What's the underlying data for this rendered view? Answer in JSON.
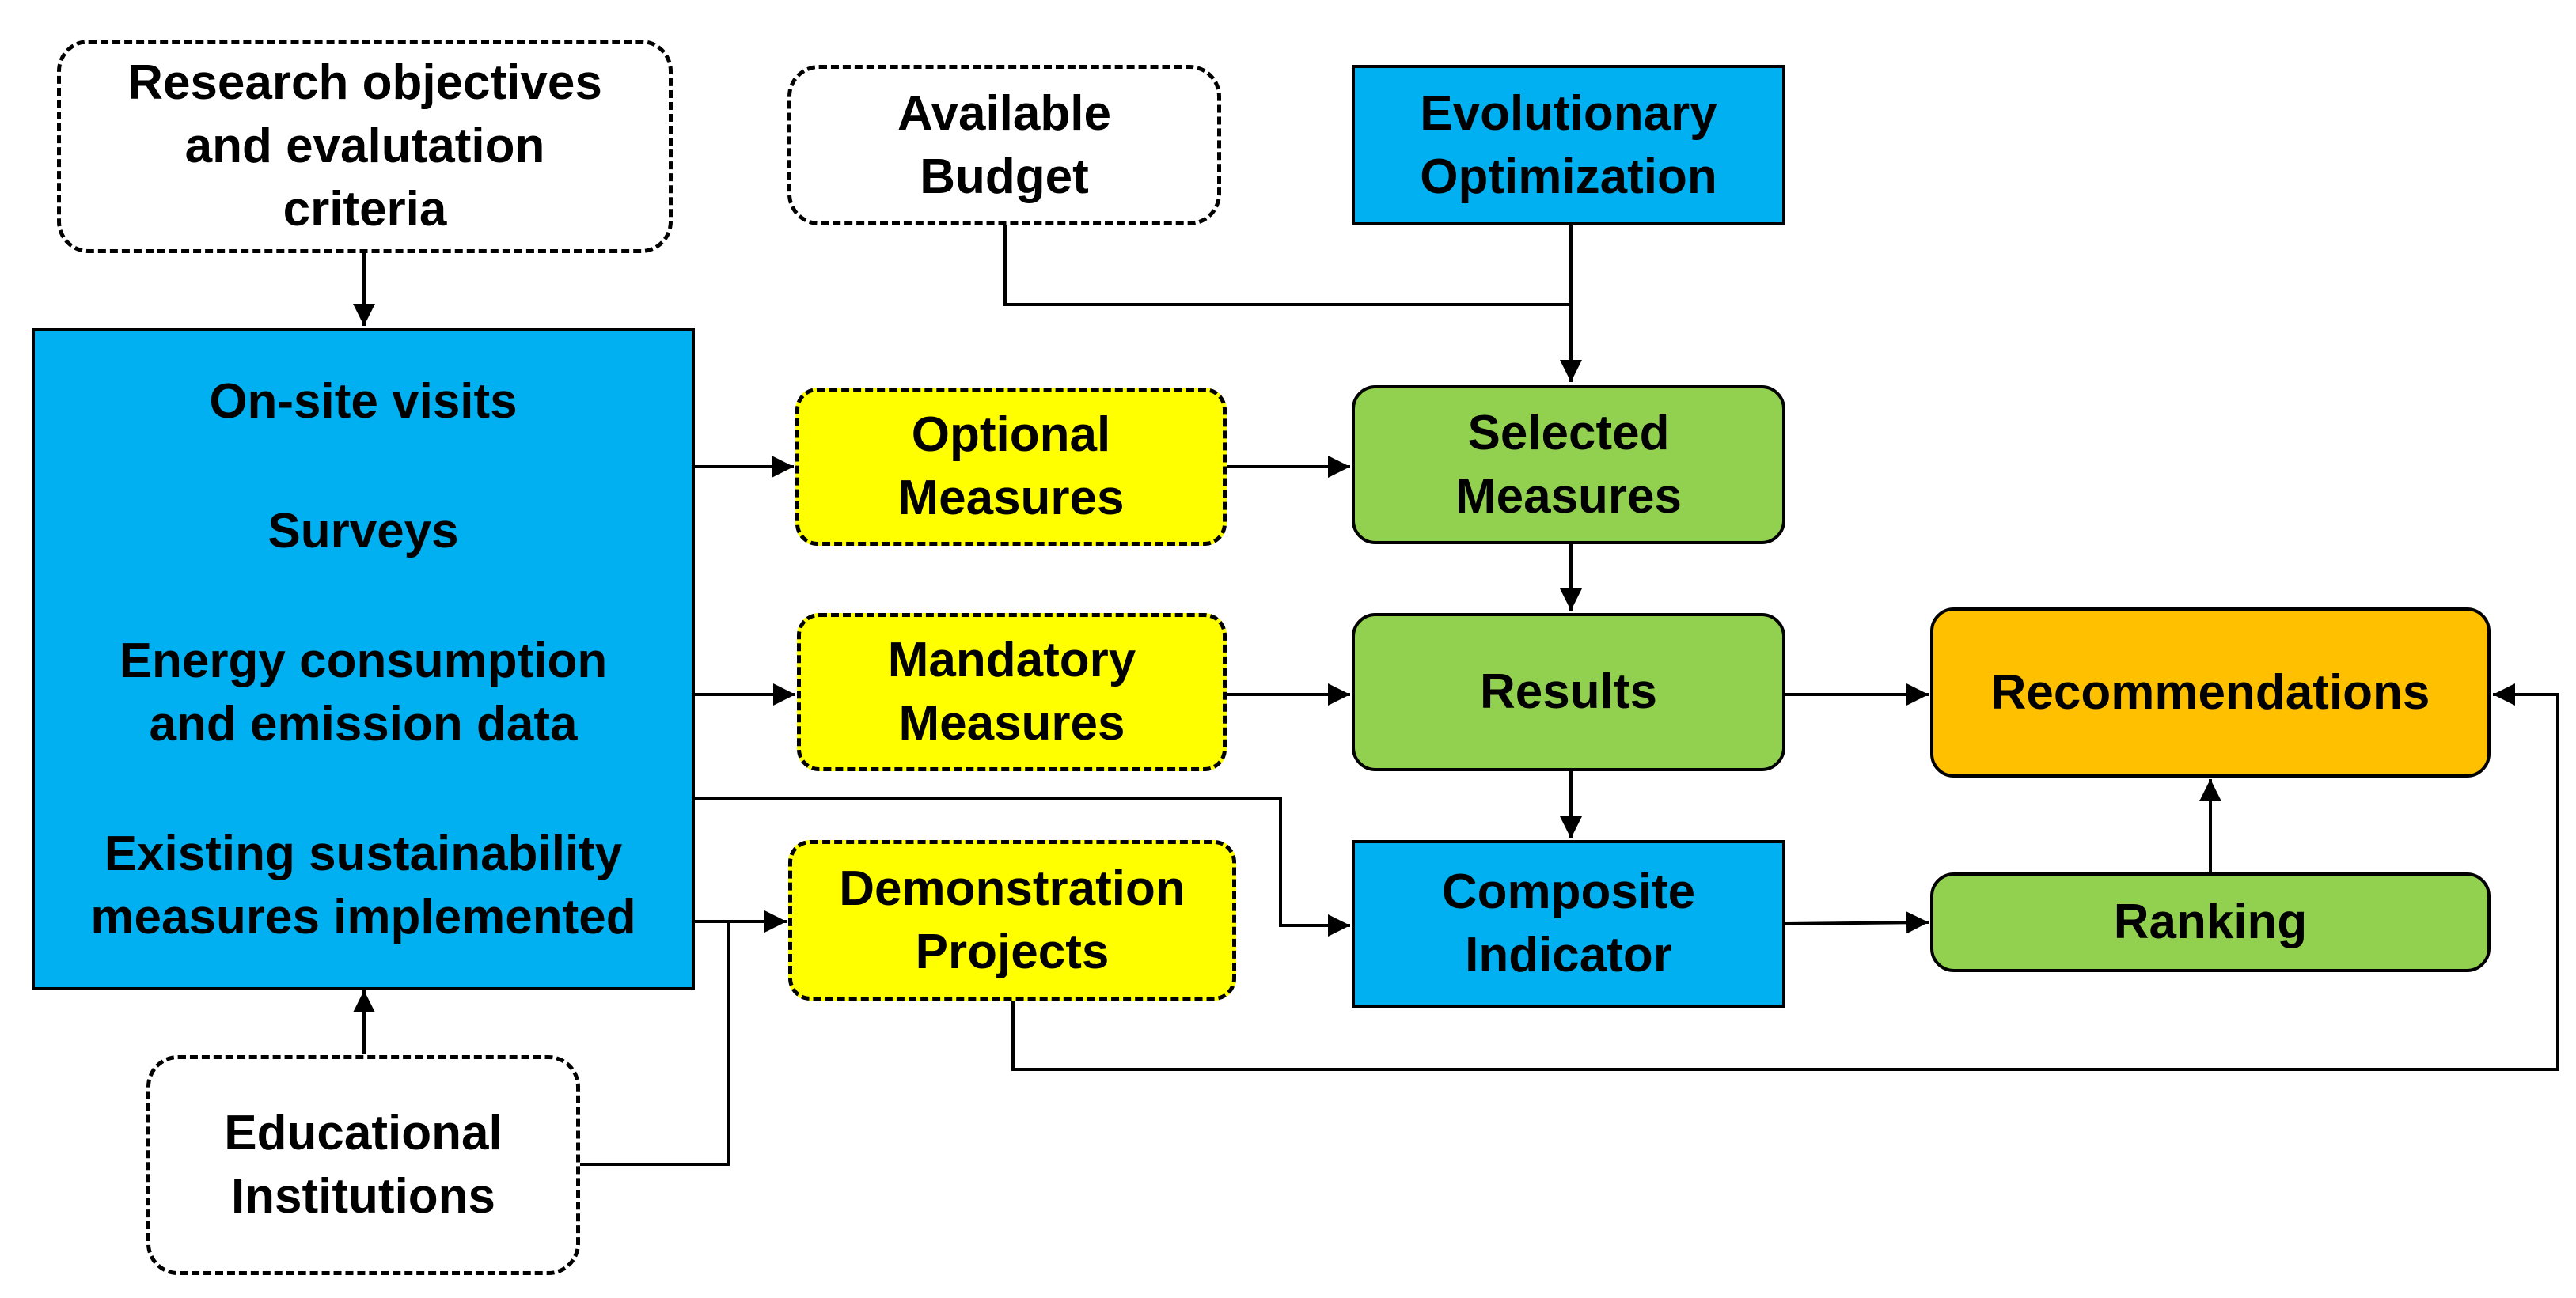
{
  "nodes": {
    "research_objectives": {
      "lines": [
        "Research objectives",
        "and evalutation",
        "criteria"
      ]
    },
    "available_budget": {
      "lines": [
        "Available",
        "Budget"
      ]
    },
    "evolutionary_optimization": {
      "lines": [
        "Evolutionary",
        "Optimization"
      ]
    },
    "data_sources": {
      "items": [
        "On-site visits",
        "Surveys",
        "Energy consumption",
        "and emission data",
        "Existing sustainability",
        "measures implemented"
      ]
    },
    "optional_measures": {
      "lines": [
        "Optional",
        "Measures"
      ]
    },
    "selected_measures": {
      "lines": [
        "Selected",
        "Measures"
      ]
    },
    "mandatory_measures": {
      "lines": [
        "Mandatory",
        "Measures"
      ]
    },
    "results": {
      "lines": [
        "Results"
      ]
    },
    "recommendations": {
      "lines": [
        "Recommendations"
      ]
    },
    "demonstration_projects": {
      "lines": [
        "Demonstration",
        "Projects"
      ]
    },
    "composite_indicator": {
      "lines": [
        "Composite",
        "Indicator"
      ]
    },
    "ranking": {
      "lines": [
        "Ranking"
      ]
    },
    "educational_institutions": {
      "lines": [
        "Educational",
        "Institutions"
      ]
    }
  },
  "colors": {
    "blue": "#00b0f0",
    "yellow": "#ffff00",
    "green": "#92d050",
    "orange": "#ffc000",
    "line": "#000000"
  }
}
